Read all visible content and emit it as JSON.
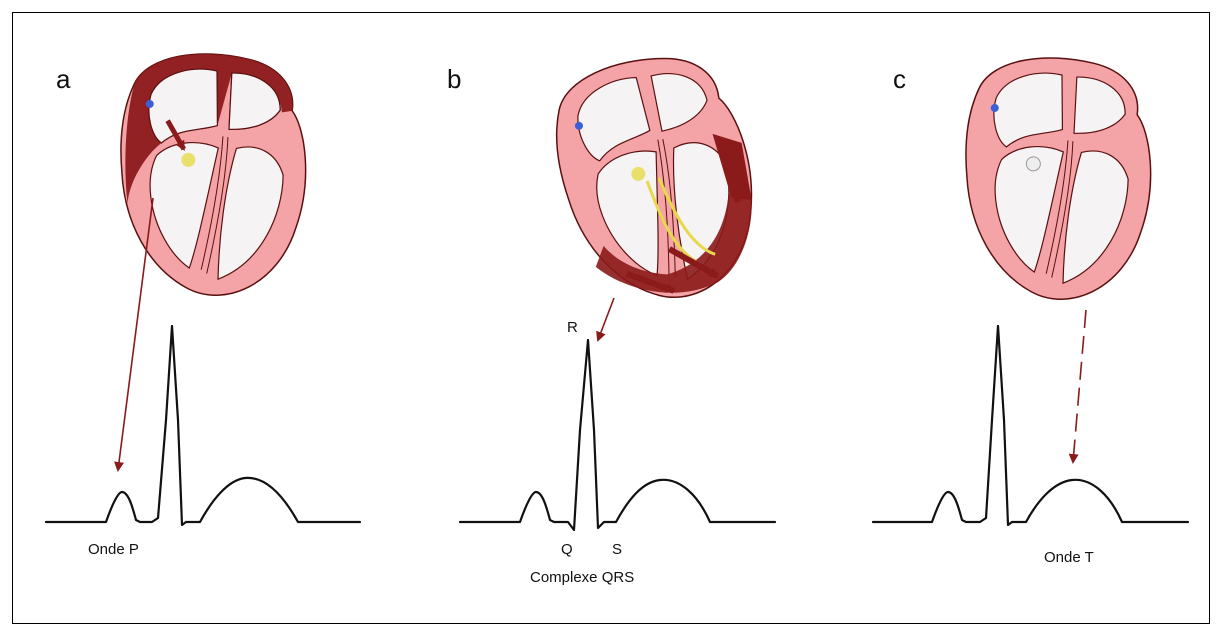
{
  "panels": [
    {
      "letter": "a",
      "wave_label": "Onde P",
      "phase": "atrial-depolarization"
    },
    {
      "letter": "b",
      "wave_label": "Complexe QRS",
      "peak_labels": {
        "r": "R",
        "q": "Q",
        "s": "S"
      },
      "phase": "ventricular-depolarization"
    },
    {
      "letter": "c",
      "wave_label": "Onde T",
      "phase": "ventricular-repolarization"
    }
  ],
  "colors": {
    "myocardium_light": "#f4a3a6",
    "myocardium_dark": "#8b1a1a",
    "arrow": "#8b1a1a",
    "node_yellow": "#e8e06a",
    "node_blue": "#3a5fd8",
    "ecg_trace": "#111111"
  }
}
